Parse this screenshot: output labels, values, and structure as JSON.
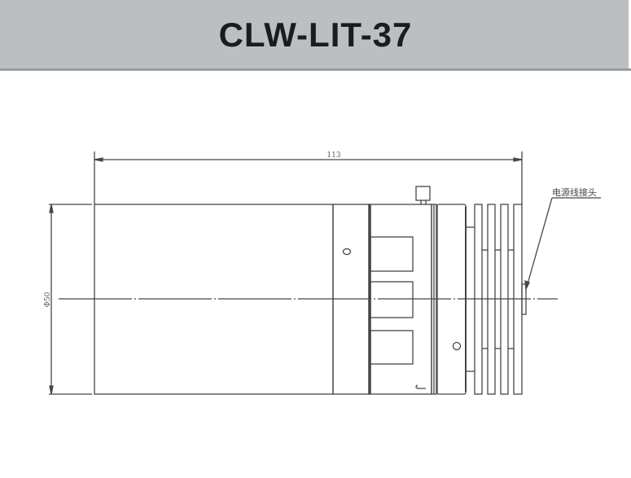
{
  "header": {
    "title": "CLW-LIT-37",
    "background_color": "#bbbfc2"
  },
  "drawing": {
    "dimensions": {
      "length": "113",
      "diameter": "Φ50"
    },
    "annotations": {
      "power_connector_label": "电源线接头"
    },
    "line_color": "#4a4446"
  }
}
